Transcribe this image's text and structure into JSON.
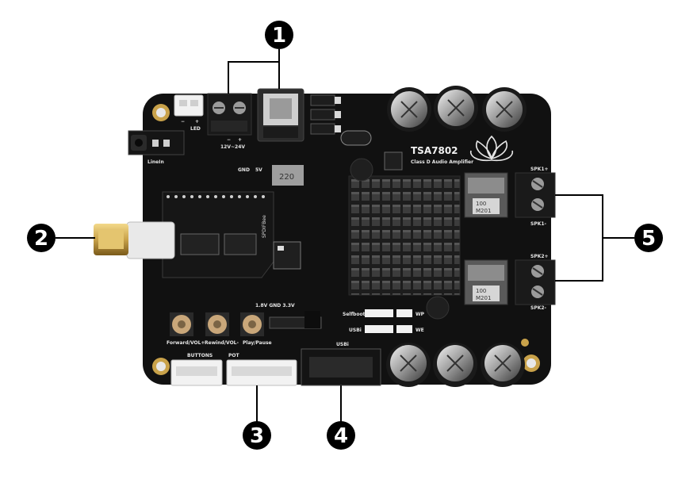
{
  "board": {
    "chip_title": "TSA7802",
    "chip_subtitle": "Class D Audio Amplifier",
    "power_label": "12V~24V",
    "power_polarity_minus": "−",
    "power_polarity_plus": "+",
    "led_label": "LED",
    "led_minus": "−",
    "led_plus": "+",
    "linein_label": "LineIn",
    "gnd_label": "GND",
    "v5_label": "5V",
    "voltage_header_label": "1.8V GND 3.3V",
    "selfboot_label": "Selfboot",
    "wp_label": "WP",
    "usbi_label": "USBi",
    "we_label": "WE",
    "usbi_header_label": "USBi",
    "buttons_label": "BUTTONS",
    "pot_label": "POT",
    "btn_forward_label": "Forward/VOL+",
    "btn_rewind_label": "Rewind/VOL-",
    "btn_play_label": "Play/Pause",
    "spk1_plus": "SPK1+",
    "spk1_minus": "SPK1-",
    "spk2_plus": "SPK2+",
    "spk2_minus": "SPK2-",
    "inductor_top": "100\nM201",
    "inductor_value": "100",
    "inductor_code": "M201",
    "daughter_label": "SPDIFBee",
    "regulator_marking": "220"
  },
  "callouts": [
    {
      "id": "power-input",
      "number": "1"
    },
    {
      "id": "spdif-module",
      "number": "2"
    },
    {
      "id": "pot-connector",
      "number": "3"
    },
    {
      "id": "usbi-header",
      "number": "4"
    },
    {
      "id": "speaker-outputs",
      "number": "5"
    }
  ],
  "colors": {
    "pcb": "#111111",
    "silkscreen": "#e6e6e6",
    "gold": "#c9a24a",
    "callout": "#000000"
  }
}
